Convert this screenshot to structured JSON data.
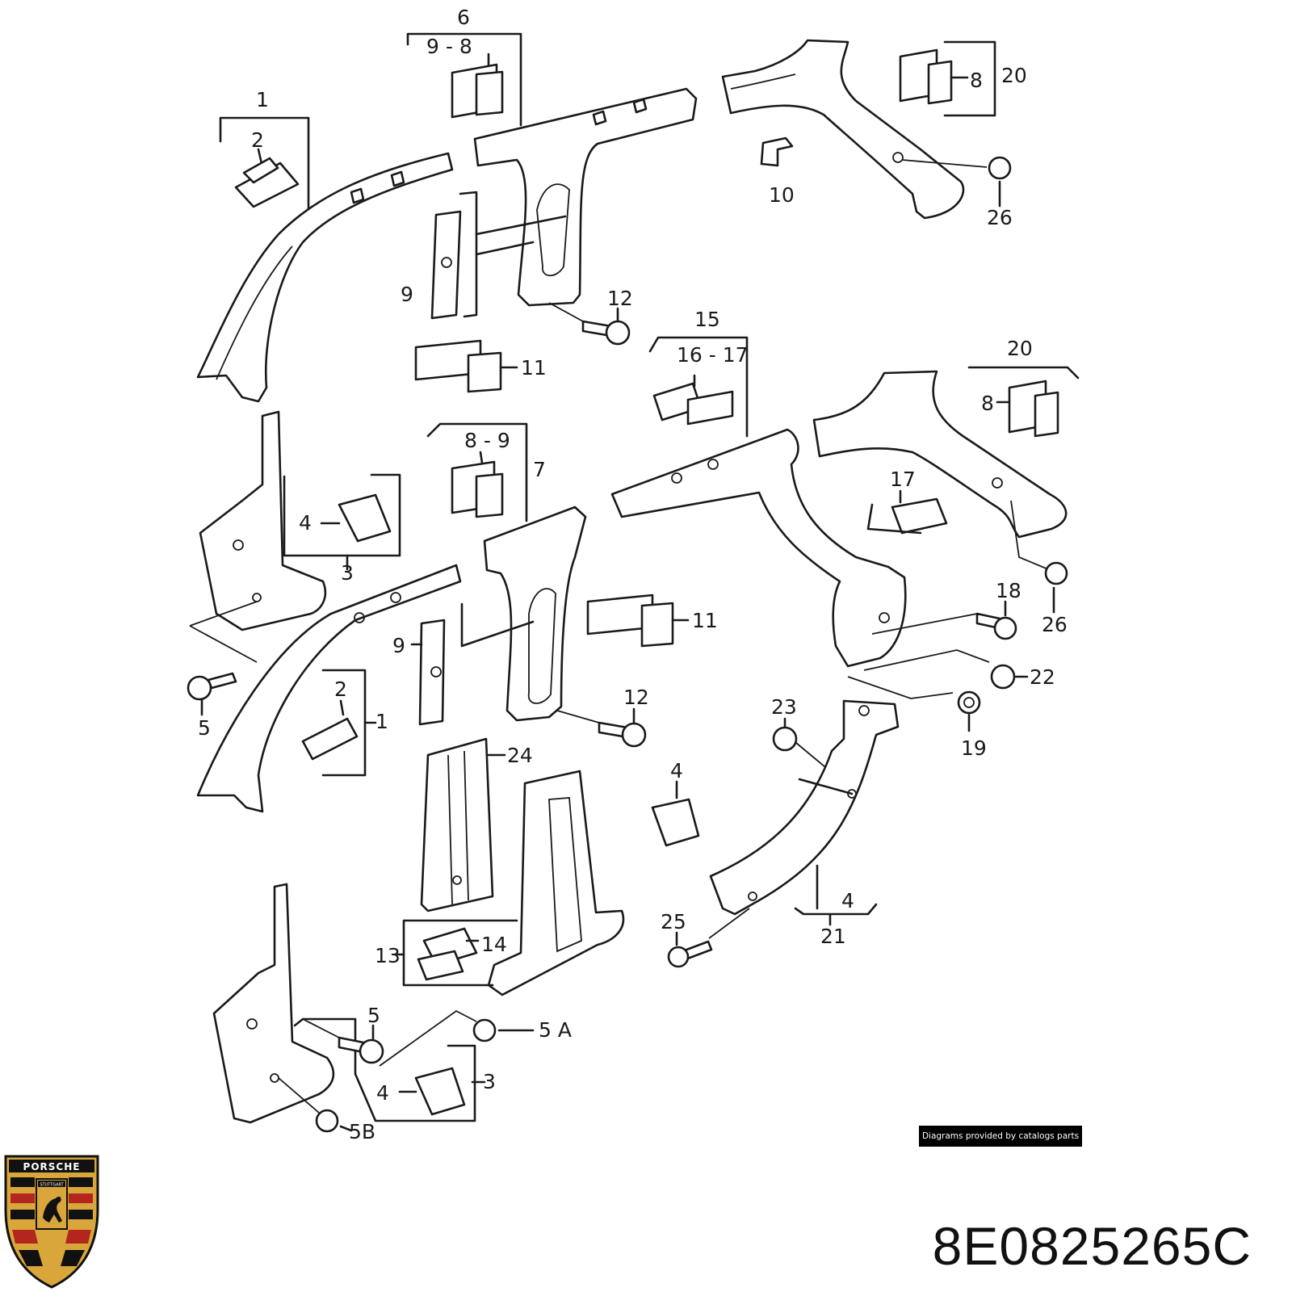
{
  "part_number": "8E0825265C",
  "credit_text": "Diagrams provided by catalogs parts",
  "logo": {
    "name": "porsche-crest",
    "text": "PORSCHE",
    "city": "STUTTGART",
    "colors": {
      "gold": "#d8a63a",
      "red": "#b3261e",
      "black": "#111111"
    }
  },
  "callouts": {
    "c1a": "1",
    "c2a": "2",
    "c6": "6",
    "c98a": "9 - 8",
    "c9a": "9",
    "c12a": "12",
    "c11a": "11",
    "c20a": "20",
    "c8a": "8",
    "c10": "10",
    "c26a": "26",
    "c4a": "4",
    "c3a": "3",
    "c5a": "5",
    "c2b": "2",
    "c1b": "1",
    "c89": "8 - 9",
    "c7": "7",
    "c9b": "9",
    "c12b": "12",
    "c11b": "11",
    "c15": "15",
    "c1617": "16 - 17",
    "c20b": "20",
    "c8b": "8",
    "c17": "17",
    "c26b": "26",
    "c18": "18",
    "c22": "22",
    "c19": "19",
    "c23": "23",
    "c24": "24",
    "c4b": "4",
    "c13": "13",
    "c14": "14",
    "c25": "25",
    "c4c": "4",
    "c21": "21",
    "c5b": "5",
    "c5A": "5 A",
    "c3b": "3",
    "c4d": "4",
    "c5B": "5B"
  }
}
